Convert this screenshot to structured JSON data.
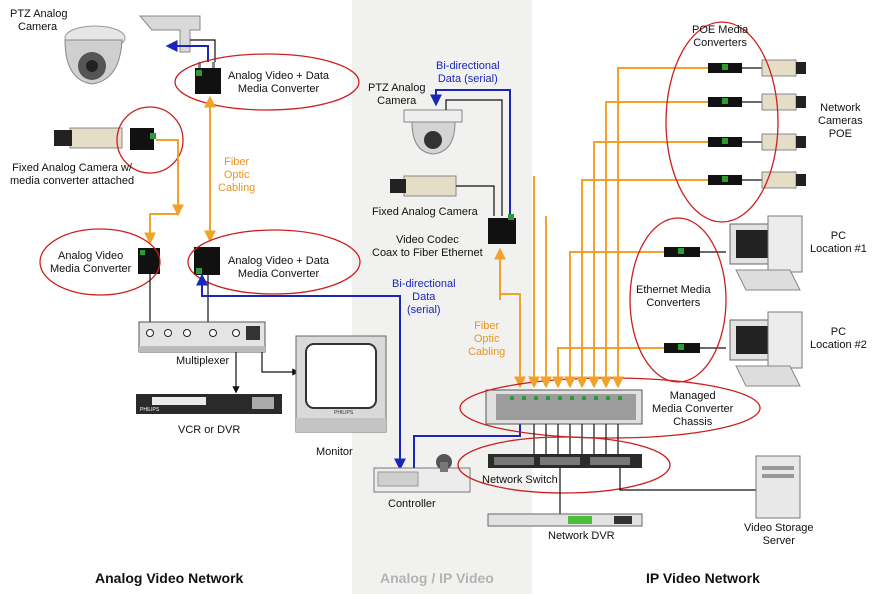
{
  "sections": {
    "analog": "Analog Video Network",
    "middle": "Analog / IP Video",
    "ip": "IP Video Network"
  },
  "labels": {
    "ptz_camera_left": [
      "PTZ Analog",
      "Camera"
    ],
    "analog_data_converter_top": [
      "Analog Video + Data",
      "Media Converter"
    ],
    "fixed_camera_left": [
      "Fixed Analog Camera w/",
      "media converter attached"
    ],
    "fiber_cabling_left": [
      "Fiber",
      "Optic",
      "Cabling"
    ],
    "analog_video_converter": [
      "Analog Video",
      "Media Converter"
    ],
    "analog_data_converter_bottom": [
      "Analog Video + Data",
      "Media Converter"
    ],
    "multiplexer": "Multiplexer",
    "vcr_dvr": "VCR or DVR",
    "monitor": "Monitor",
    "bidirectional_top": [
      "Bi-directional",
      "Data (serial)"
    ],
    "ptz_camera_middle": [
      "PTZ Analog",
      "Camera"
    ],
    "fixed_camera_middle": "Fixed Analog Camera",
    "video_codec": [
      "Video Codec",
      "Coax to Fiber Ethernet"
    ],
    "bidirectional_middle": [
      "Bi-directional",
      "Data",
      "(serial)"
    ],
    "fiber_cabling_middle": [
      "Fiber",
      "Optic",
      "Cabling"
    ],
    "controller": "Controller",
    "poe_converters": [
      "POE Media",
      "Converters"
    ],
    "network_cameras": [
      "Network",
      "Cameras",
      "POE"
    ],
    "pc1": [
      "PC",
      "Location #1"
    ],
    "ethernet_converters": [
      "Ethernet Media",
      "Converters"
    ],
    "pc2": [
      "PC",
      "Location #2"
    ],
    "managed_chassis": [
      "Managed",
      "Media Converter",
      "Chassis"
    ],
    "network_switch": "Network Switch",
    "network_dvr": "Network DVR",
    "storage_server": [
      "Video Storage",
      "Server"
    ]
  },
  "device_badges": {
    "brand": "PHILIPS"
  },
  "colors": {
    "fiber": "#f2a22a",
    "serial": "#1a26b8",
    "ellipse": "#cc1f1f",
    "middle_band": "#f1f1ef",
    "section_text": "#111111",
    "middle_text": "#b3b3b3"
  }
}
